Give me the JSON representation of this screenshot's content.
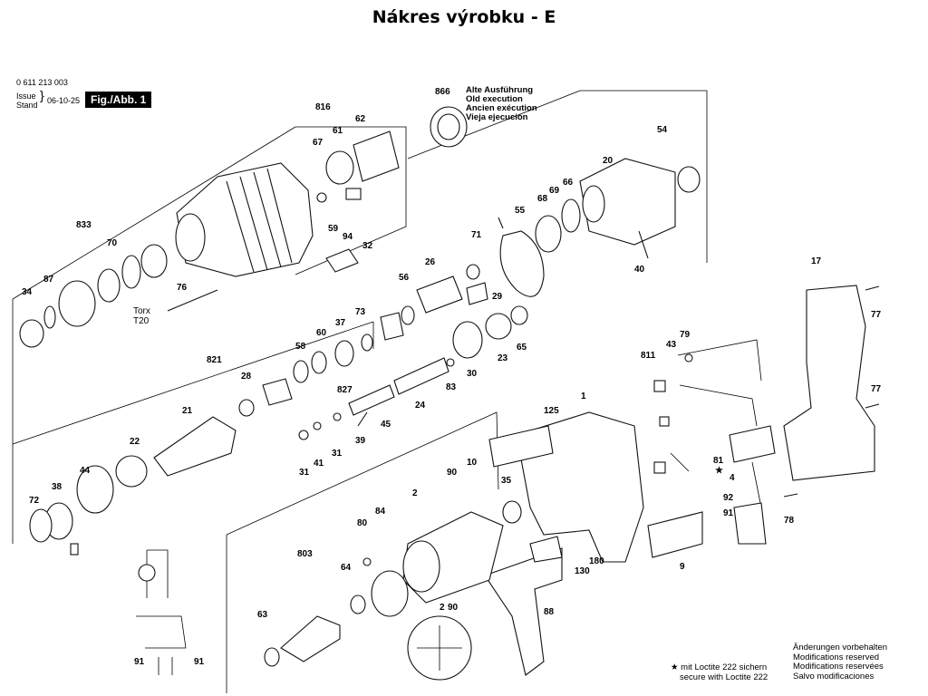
{
  "title": "Nákres výrobku - E",
  "header": {
    "part_number": "0 611 213 003",
    "issue_label": "Issue",
    "stand_label": "Stand",
    "date": "06-10-25",
    "figure": "Fig./Abb. 1"
  },
  "old_execution": {
    "part": "866",
    "lines": [
      "Alte Ausführung",
      "Old execution",
      "Ancien exécution",
      "Vieja ejecución"
    ]
  },
  "torx": {
    "label": "Torx",
    "size": "T20"
  },
  "loctite": {
    "line1": "mit Loctite 222 sichern",
    "line2": "secure with Loctite 222"
  },
  "modifications": [
    "Änderungen vorbehalten",
    "Modifications reserved",
    "Modifications reservées",
    "Salvo modificaciones"
  ],
  "callouts": {
    "c816": "816",
    "c67": "67",
    "c61": "61",
    "c62": "62",
    "c833": "833",
    "c70": "70",
    "c87": "87",
    "c34": "34",
    "c59": "59",
    "c94": "94",
    "c32": "32",
    "c76": "76",
    "c866": "866",
    "c20": "20",
    "c54": "54",
    "c68": "68",
    "c69": "69",
    "c66": "66",
    "c55": "55",
    "c40": "40",
    "c71": "71",
    "c26": "26",
    "c56": "56",
    "c29": "29",
    "c65": "65",
    "c23": "23",
    "c30": "30",
    "c83": "83",
    "c24": "24",
    "c58": "58",
    "c60": "60",
    "c37": "37",
    "c73": "73",
    "c821": "821",
    "c28": "28",
    "c827": "827",
    "c45": "45",
    "c21": "21",
    "c39": "39",
    "c22": "22",
    "c31a": "31",
    "c41": "41",
    "c31b": "31",
    "c44": "44",
    "c38": "38",
    "c72": "72",
    "c17": "17",
    "c77a": "77",
    "c77b": "77",
    "c811": "811",
    "c79": "79",
    "c43": "43",
    "c1": "1",
    "c125": "125",
    "c10": "10",
    "c35": "35",
    "c90a": "90",
    "c2a": "2",
    "c81": "81",
    "c4": "4",
    "c92": "92",
    "c91a": "91",
    "c78": "78",
    "c80": "80",
    "c84": "84",
    "c803": "803",
    "c64": "64",
    "c63": "63",
    "c130": "130",
    "c180": "180",
    "c9": "9",
    "c88": "88",
    "c2b": "2",
    "c90b": "90",
    "c91b": "91",
    "c91c": "91"
  }
}
